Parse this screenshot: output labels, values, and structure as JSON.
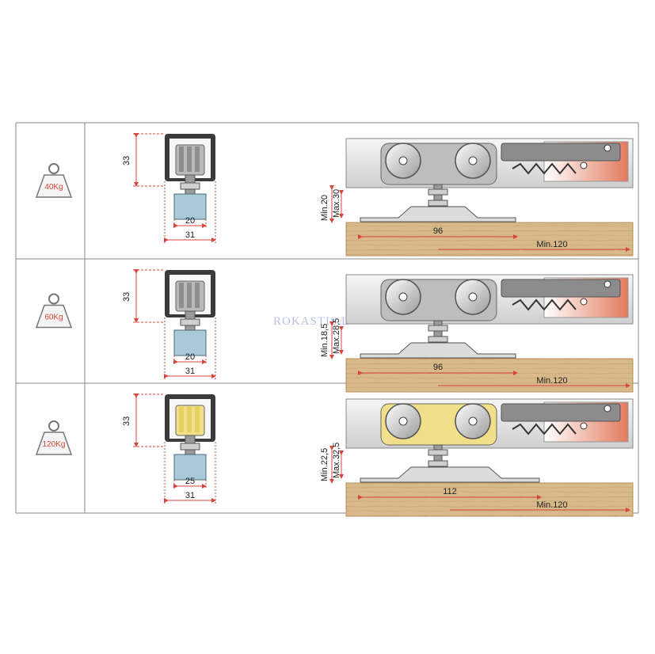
{
  "rows": [
    {
      "weight": "40Kg",
      "height": "33",
      "width_inner": "20",
      "width_outer": "31",
      "min_gap": "Min.20",
      "max_gap": "Max.30",
      "plate_length": "96",
      "min_length": "Min.120",
      "insert": "grey"
    },
    {
      "weight": "60Kg",
      "height": "33",
      "width_inner": "20",
      "width_outer": "31",
      "min_gap": "Min.18,5",
      "max_gap": "Max.28,5",
      "plate_length": "96",
      "min_length": "Min.120",
      "insert": "grey"
    },
    {
      "weight": "120Kg",
      "height": "33",
      "width_inner": "25",
      "width_outer": "31",
      "min_gap": "Min.22,5",
      "max_gap": "Max.32,5",
      "plate_length": "112",
      "min_length": "Min.120",
      "insert": "yellow"
    }
  ],
  "watermark": "ROKASTIS.LV",
  "colors": {
    "dimension_line": "#d9453a",
    "wood": "#d8b98a",
    "wood_grain": "#c9a474",
    "rail": "#e6e6e6",
    "brass": "#f1df8a",
    "grid": "#8a8a8a"
  }
}
